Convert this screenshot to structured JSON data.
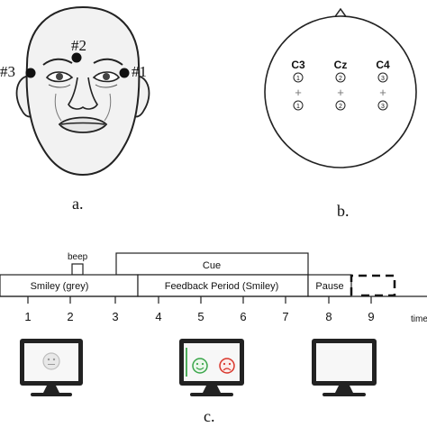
{
  "panel_a": {
    "caption": "a.",
    "electrode_labels": [
      "#1",
      "#2",
      "#3"
    ]
  },
  "panel_b": {
    "caption": "b.",
    "channels": [
      {
        "label": "C3",
        "top_number": "1",
        "bottom_number": "1"
      },
      {
        "label": "Cz",
        "top_number": "2",
        "bottom_number": "2"
      },
      {
        "label": "C4",
        "top_number": "3",
        "bottom_number": "3"
      }
    ]
  },
  "panel_c": {
    "caption": "c.",
    "beep_label": "beep",
    "cue_label": "Cue",
    "smiley_label": "Smiley (grey)",
    "feedback_label": "Feedback Period (Smiley)",
    "pause_label": "Pause",
    "time_label": "time",
    "ticks": [
      "1",
      "2",
      "3",
      "4",
      "5",
      "6",
      "7",
      "8",
      "9"
    ]
  },
  "colors": {
    "line": "#222222",
    "face_fill": "#f2f2f2",
    "green": "#3aa64a",
    "red": "#d9362b",
    "monitor_screen": "#f7f7f7",
    "grey_smiley": "#bdbdbd"
  }
}
